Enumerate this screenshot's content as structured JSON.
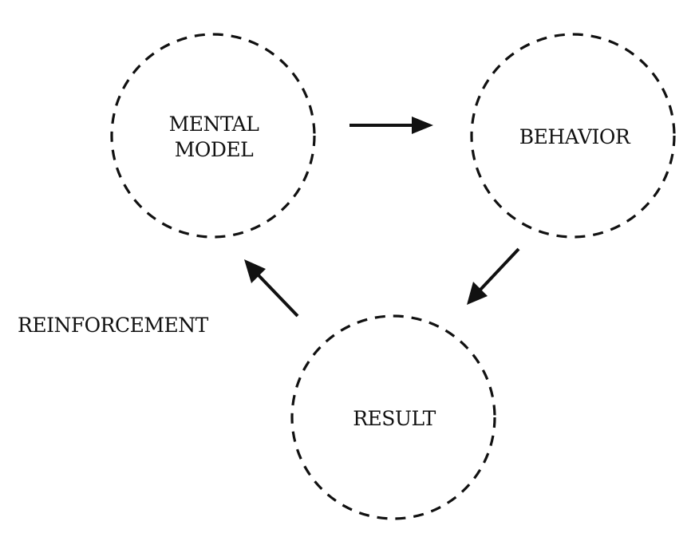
{
  "diagram": {
    "nodes": {
      "mental_model": {
        "line1": "MENTAL",
        "line2": "MODEL"
      },
      "behavior": {
        "label": "BEHAVIOR"
      },
      "result": {
        "label": "RESULT"
      }
    },
    "loop_label": "REINFORCEMENT",
    "edges": [
      {
        "from": "MENTAL MODEL",
        "to": "BEHAVIOR"
      },
      {
        "from": "BEHAVIOR",
        "to": "RESULT"
      },
      {
        "from": "RESULT",
        "to": "MENTAL MODEL"
      }
    ]
  }
}
